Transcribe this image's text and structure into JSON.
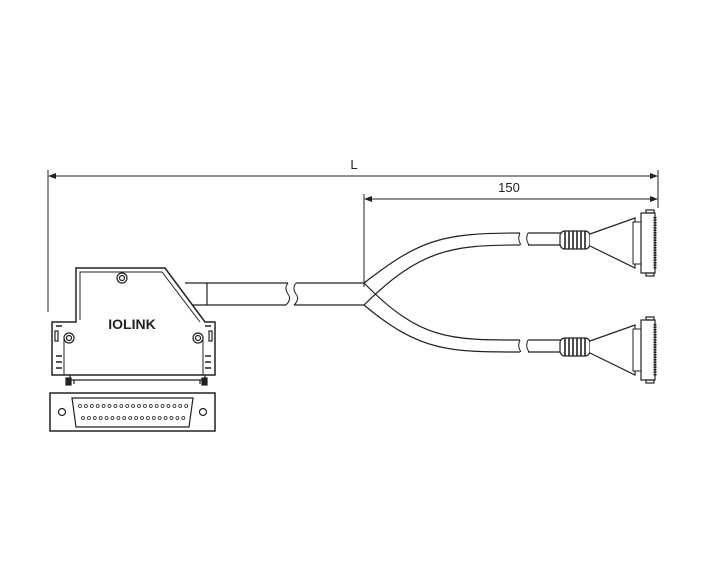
{
  "dimensions": {
    "overall_label": "L",
    "branch_label": "150"
  },
  "connector": {
    "logo_text": "IOLINK"
  },
  "colors": {
    "line": "#222222",
    "fill": "#ffffff",
    "shade": "#e8e8e8"
  }
}
